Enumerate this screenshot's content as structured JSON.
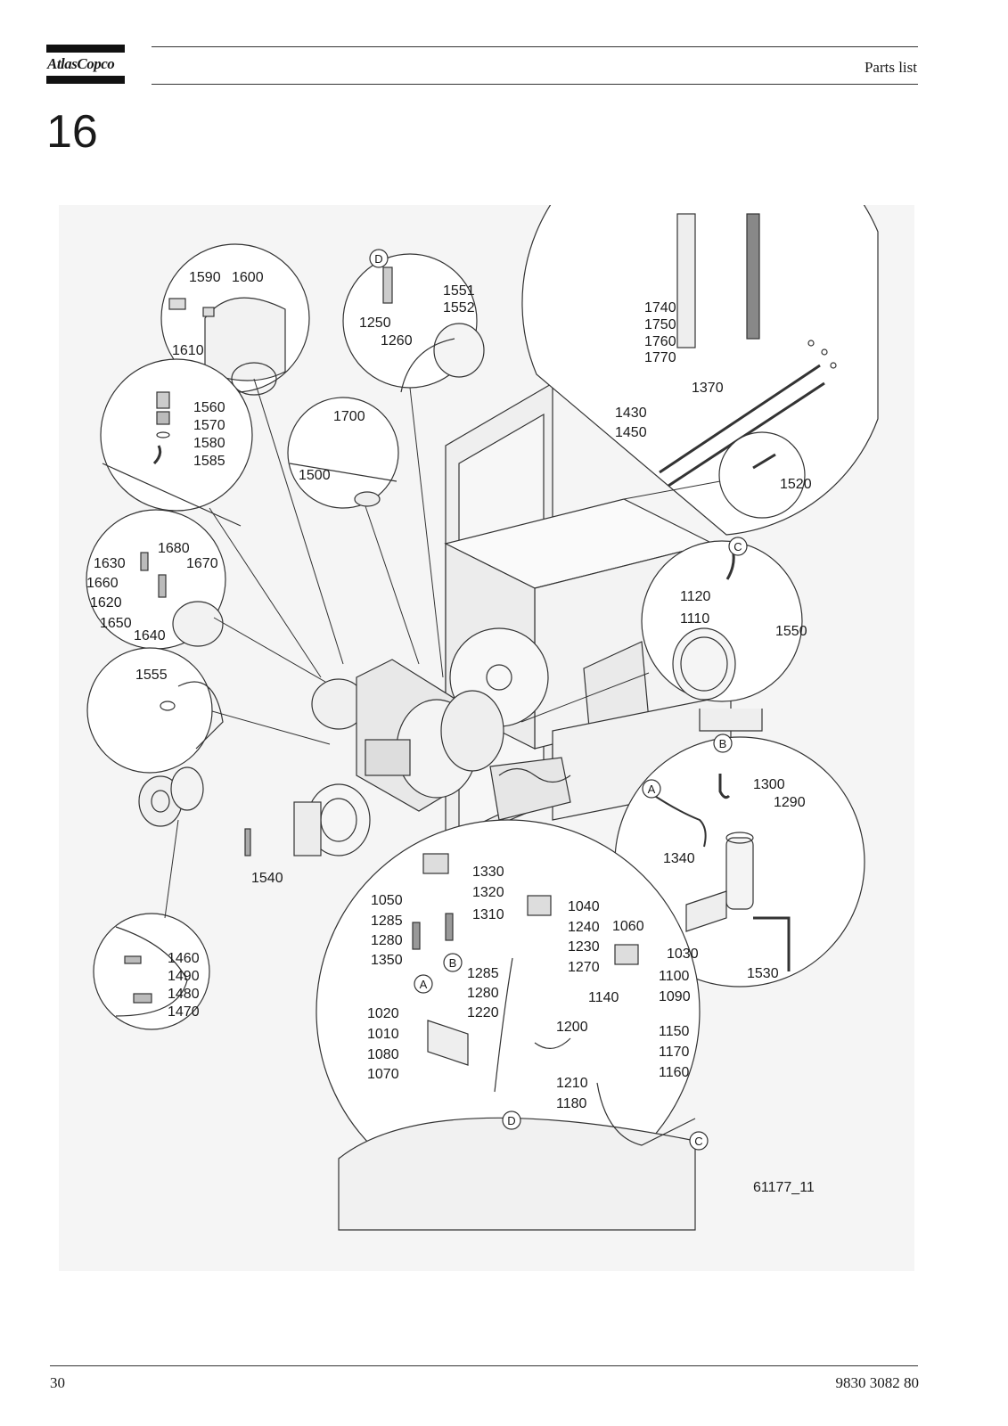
{
  "header": {
    "logo_text": "AtlasCopco",
    "title": "Parts list"
  },
  "section": {
    "number": "16"
  },
  "figure": {
    "drawing_number": "61177_11",
    "part_labels": [
      "1590",
      "1600",
      "1610",
      "1551",
      "1552",
      "1250",
      "1260",
      "1740",
      "1750",
      "1760",
      "1770",
      "1370",
      "1430",
      "1450",
      "1520",
      "1560",
      "1570",
      "1580",
      "1585",
      "1700",
      "1500",
      "1630",
      "1680",
      "1670",
      "1660",
      "1620",
      "1650",
      "1640",
      "1120",
      "1110",
      "1550",
      "1555",
      "1300",
      "1290",
      "1340",
      "1530",
      "1540",
      "1330",
      "1320",
      "1310",
      "1050",
      "1285",
      "1280",
      "1350",
      "1040",
      "1240",
      "1230",
      "1270",
      "1060",
      "1030",
      "1100",
      "1090",
      "1285",
      "1280",
      "1220",
      "1140",
      "1150",
      "1170",
      "1160",
      "1020",
      "1010",
      "1080",
      "1070",
      "1200",
      "1210",
      "1180",
      "1460",
      "1490",
      "1480",
      "1470"
    ],
    "connector_letters": [
      "A",
      "B",
      "C",
      "D"
    ]
  },
  "footer": {
    "page_number": "30",
    "doc_number": "9830 3082 80"
  }
}
